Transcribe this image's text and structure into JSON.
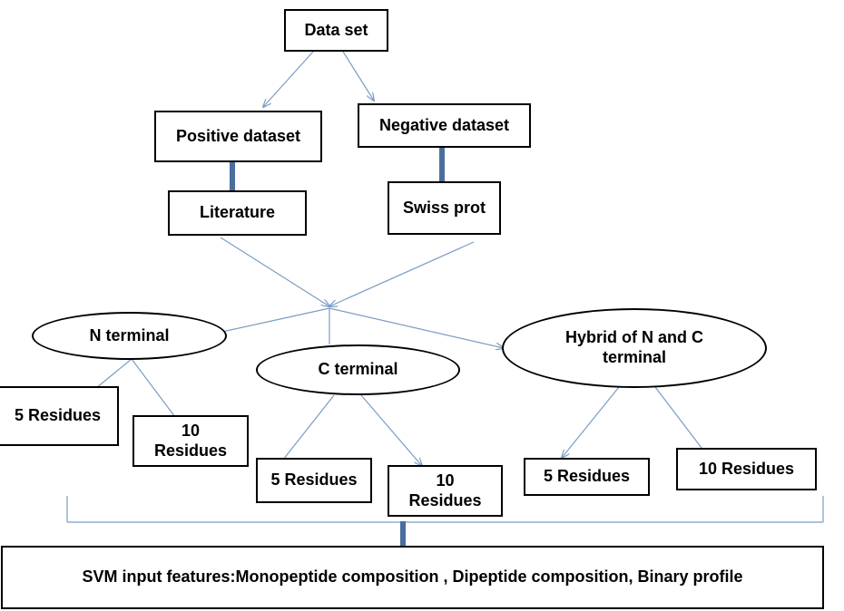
{
  "nodes": {
    "dataset": "Data set",
    "positive": "Positive dataset",
    "negative": "Negative dataset",
    "literature": "Literature",
    "swissprot": "Swiss prot",
    "n_terminal": "N terminal",
    "c_terminal": "C terminal",
    "hybrid": "Hybrid of N and C terminal",
    "n_5": "5 Residues",
    "n_10": "10 Residues",
    "c_5": "5 Residues",
    "c_10": "10 Residues",
    "h_5": "5 Residues",
    "h_10": "10 Residues",
    "svm": "SVM input features:Monopeptide composition , Dipeptide composition, Binary profile"
  },
  "colors": {
    "connector": "#7a9cc4",
    "thick_connector": "#4a6f9e",
    "border": "#000000"
  }
}
